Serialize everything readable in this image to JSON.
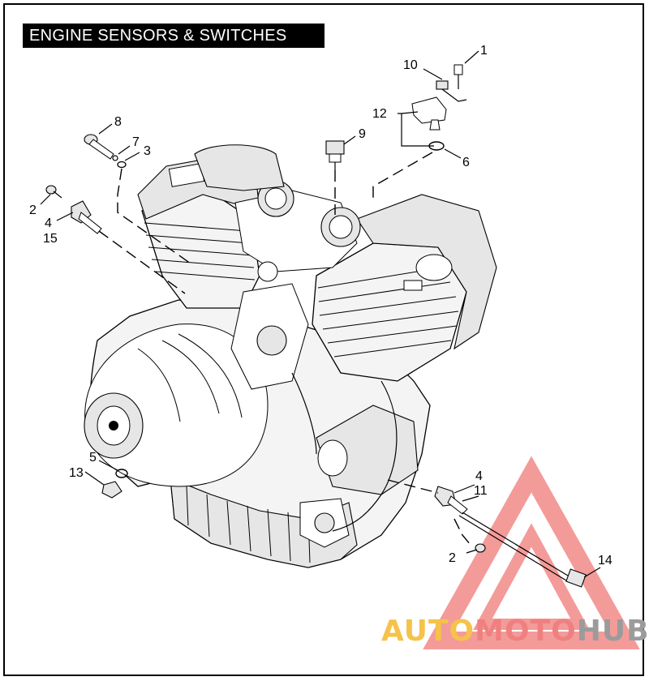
{
  "title": "ENGINE SENSORS & SWITCHES",
  "callouts": {
    "c1": "1",
    "c10": "10",
    "c12": "12",
    "c9": "9",
    "c6": "6",
    "c8": "8",
    "c7": "7",
    "c3": "3",
    "c2a": "2",
    "c4a": "4",
    "c15": "15",
    "c5": "5",
    "c13": "13",
    "c4b": "4",
    "c11": "11",
    "c2b": "2",
    "c14": "14"
  },
  "watermark": {
    "part1": "AUTO",
    "part2": "MOTO",
    "part3": "HUB",
    "color1": "#f5c24a",
    "color2": "#f08080",
    "color3": "#9b9b9b",
    "triangle_color": "#f07a78"
  }
}
